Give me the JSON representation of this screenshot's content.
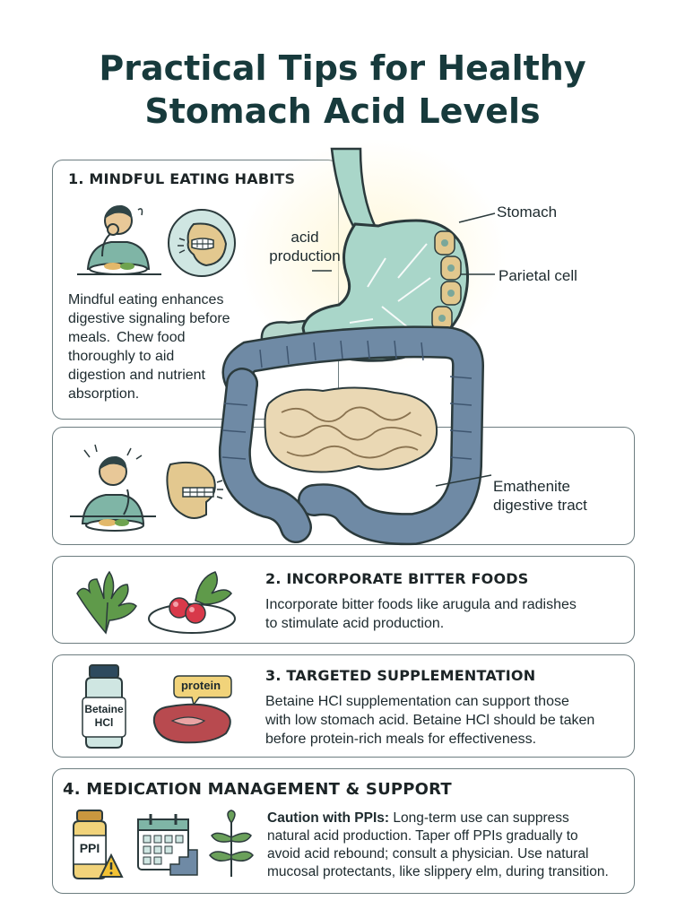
{
  "title": {
    "line1": "Practical Tips for Healthy",
    "line2": "Stomach Acid Levels"
  },
  "diagram": {
    "acid_label_line1": "acid",
    "acid_label_line2": "production",
    "stomach_label": "Stomach",
    "parietal_label": "Parietal cell",
    "tract_label_line1": "Emathenite",
    "tract_label_line2": "digestive tract"
  },
  "section1": {
    "heading": "1. MINDFUL EATING HABITS",
    "text_a_line1": "Mindful eating enhances",
    "text_a_line2": "digestive signaling before",
    "text_a_line3": "meals.",
    "text_b_line1": "Chew food",
    "text_b_line2": "thoroughly to aid",
    "text_b_line3": "digestion and nutrient",
    "text_b_line4": "absorption."
  },
  "section2": {
    "heading": "2. INCORPORATE BITTER FOODS",
    "text_line1": "Incorporate bitter foods like arugula and radishes",
    "text_line2": "to stimulate acid production."
  },
  "section3": {
    "heading": "3. TARGETED SUPPLEMENTATION",
    "bottle_label_line1": "Betaine",
    "bottle_label_line2": "HCl",
    "protein_label": "protein",
    "text_line1": "Betaine HCl supplementation can support those",
    "text_line2": "with low stomach acid. Betaine HCl should be taken",
    "text_line3": "before protein-rich meals for effectiveness."
  },
  "section4": {
    "heading": "4. MEDICATION MANAGEMENT & SUPPORT",
    "ppi_label": "PPI",
    "caution_label": "Caution with PPIs:",
    "text_line1": " Long-term use can suppress",
    "text_line2": "natural acid production. Taper off PPIs gradually to",
    "text_line3": "avoid acid rebound; consult a physician. Use natural",
    "text_line4": "mucosal protectants, like slippery elm, during transition."
  },
  "colors": {
    "title": "#173a3c",
    "intestine": "#6f8aa5",
    "small_intestine": "#ead8b4",
    "stomach_fill": "#a9d6c9",
    "parietal_cell": "#e2c88e",
    "skin": "#e8c898",
    "shirt": "#7fb5a6"
  }
}
